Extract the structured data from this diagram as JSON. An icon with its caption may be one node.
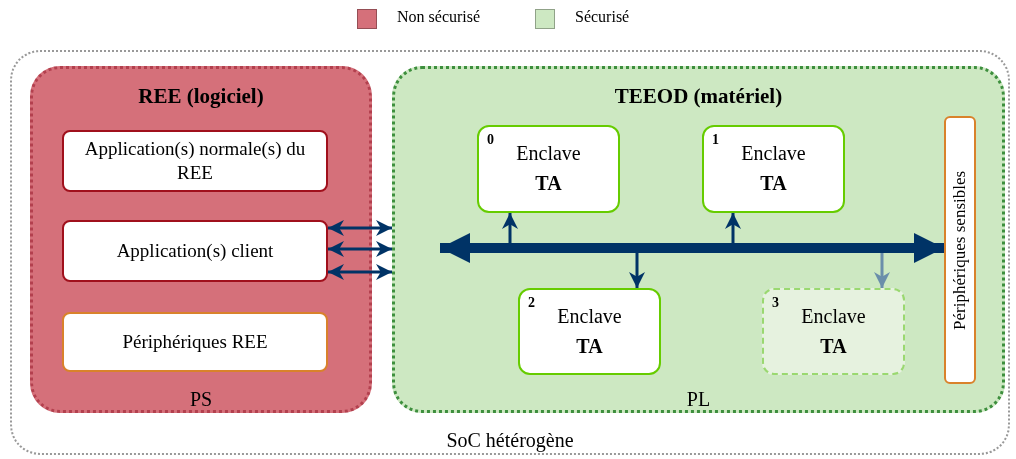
{
  "diagram": {
    "nodes": [
      {
        "text": [
          "SoC hétérogène"
        ]
      },
      {
        "text": [
          "REE (logiciel)",
          "PS"
        ],
        "in": 0
      },
      {
        "text": [
          "Application(s) normale(s) du REE"
        ],
        "in": 1
      },
      {
        "text": [
          "Application(s) client"
        ],
        "in": 1
      },
      {
        "text": [
          "Périphériques REE"
        ],
        "in": 1
      },
      {
        "text": [
          "TEEOD (matériel)",
          "PL"
        ],
        "in": 0
      },
      {
        "text": [],
        "shape": "bar",
        "in": 5
      },
      {
        "text": [
          "0",
          "Enclave",
          "TA"
        ],
        "in": 5
      },
      {
        "text": [
          "1",
          "Enclave",
          "TA"
        ],
        "in": 5
      },
      {
        "text": [
          "2",
          "Enclave",
          "TA"
        ],
        "in": 5
      },
      {
        "text": [
          "3",
          "Enclave",
          "TA"
        ],
        "in": 5
      },
      {
        "text": [
          "Périphériques sensibles"
        ],
        "in": 5
      }
    ],
    "edges": [
      {
        "from": 3,
        "to": 5,
        "arrow": "both"
      },
      {
        "from": 3,
        "to": 5,
        "arrow": "both"
      },
      {
        "from": 3,
        "to": 5,
        "arrow": "both"
      },
      {
        "from": 6,
        "to": null,
        "arrow": "to",
        "style": "thick"
      },
      {
        "from": 6,
        "to": 11,
        "arrow": "to",
        "style": "thick"
      },
      {
        "from": 6,
        "to": 7,
        "arrow": "to"
      },
      {
        "from": 6,
        "to": 8,
        "arrow": "to"
      },
      {
        "from": 6,
        "to": 9,
        "arrow": "to"
      },
      {
        "from": 6,
        "to": 10,
        "arrow": "to",
        "color": "#6a8eaa"
      }
    ],
    "legend": [
      {
        "text": "Non sécurisé",
        "color": "#d5707a"
      },
      {
        "text": "Sécurisé",
        "color": "#cde8c2"
      }
    ]
  }
}
